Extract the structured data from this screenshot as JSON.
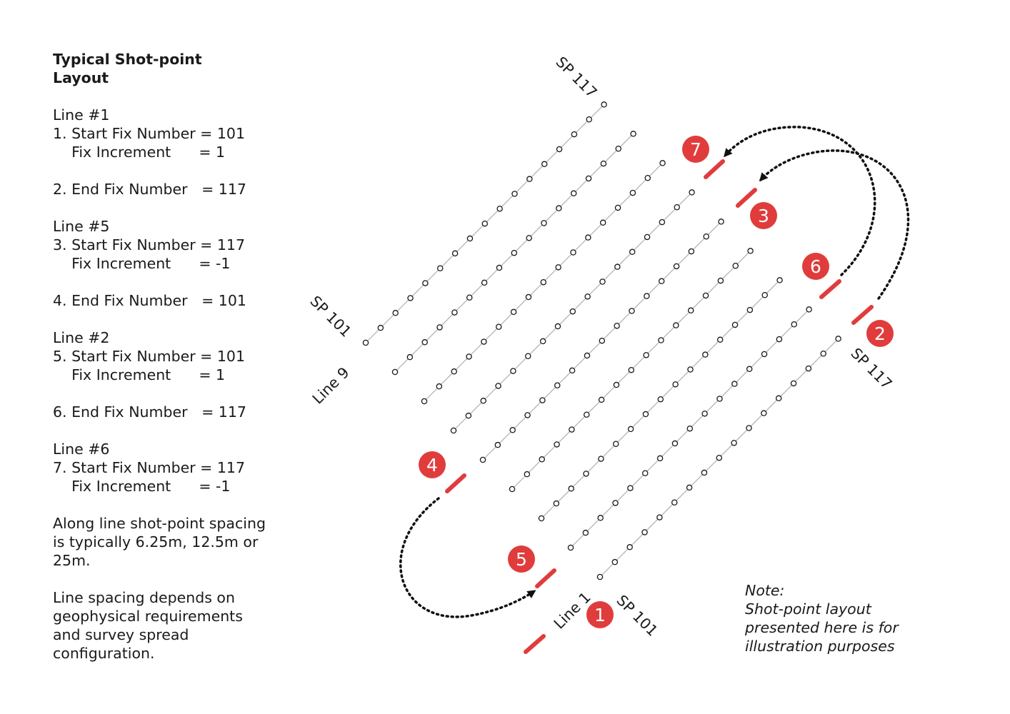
{
  "title": "Typical Shot-point Layout",
  "steps": [
    {
      "header": "Line #1",
      "lines": [
        "1. Start Fix Number = 101",
        "    Fix Increment      = 1",
        "",
        "2. End Fix Number   = 117"
      ]
    },
    {
      "header": "Line #5",
      "lines": [
        "3. Start Fix Number = 117",
        "    Fix Increment      = -1",
        "",
        "4. End Fix Number   = 101"
      ]
    },
    {
      "header": "Line #2",
      "lines": [
        "5. Start Fix Number = 101",
        "    Fix Increment      = 1",
        "",
        "6. End Fix Number   = 117"
      ]
    },
    {
      "header": "Line #6",
      "lines": [
        "7. Start Fix Number = 117",
        "    Fix Increment      = -1"
      ]
    }
  ],
  "paragraphs": {
    "spacing": "Along line shot-point spacing is typically 6.25m, 12.5m or 25m.",
    "line_spacing": "Line spacing depends on geophysical requirements and survey spread configuration."
  },
  "note": {
    "heading": "Note:",
    "text": "Shot-point layout presented here is for illustration purposes"
  },
  "diagram_labels": {
    "sp_start_line1": "SP 101",
    "sp_end_line1": "SP 117",
    "sp_start_line9": "SP 101",
    "sp_end_line9": "SP 117",
    "line1": "Line 1",
    "line9": "Line 9"
  },
  "badges": [
    "1",
    "2",
    "3",
    "4",
    "5",
    "6",
    "7"
  ],
  "colors": {
    "badge": "#e03c3c",
    "vessel": "#e03c3c",
    "line": "#b0b0b0",
    "dot_stroke": "#1a1a1a",
    "arrow": "#111111"
  }
}
